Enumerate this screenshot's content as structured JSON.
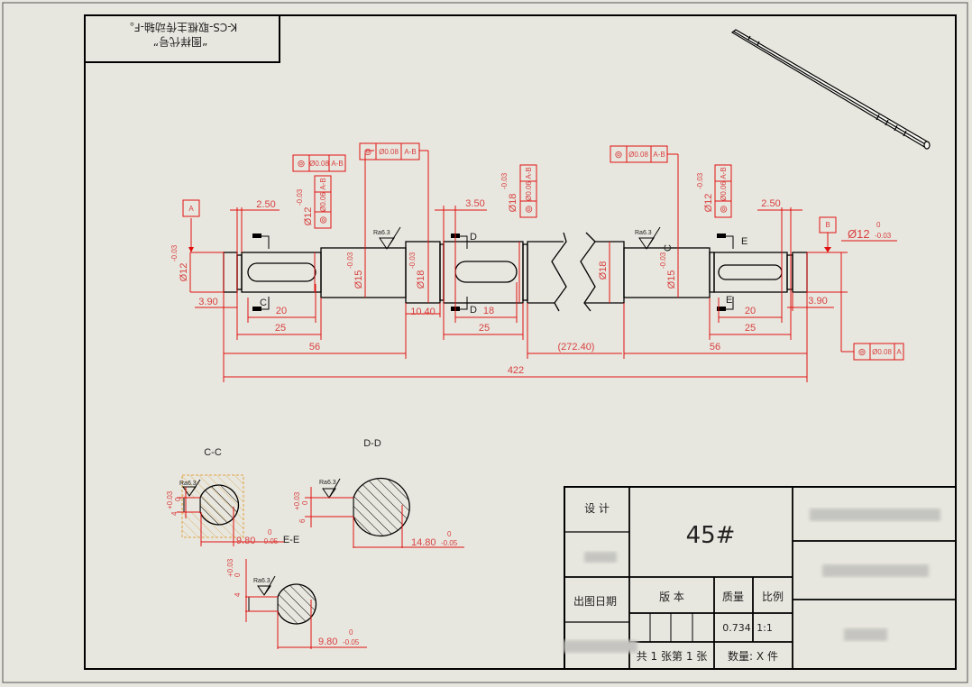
{
  "title_box": {
    "line1": "K-CS-取框主传动轴-F。",
    "line2": "“图样代号”"
  },
  "datums": {
    "a": "A",
    "b": "B"
  },
  "fcf": {
    "sym": "⊚",
    "f1_tol": "Ø0.08",
    "f1_ref": "A-B",
    "f2_tol": "Ø0.08",
    "f2_ref": "A-B",
    "f3_tol": "Ø0.06",
    "f3_ref": "A-B",
    "f4_tol": "Ø0.06",
    "f4_ref": "A-B",
    "f5_tol": "Ø0.08",
    "f5_ref": "A-B",
    "f6_tol": "Ø0.06",
    "f6_ref": "A-B",
    "f7_tol": "Ø0.08",
    "f7_ref": "A"
  },
  "diameters": {
    "d_left_12": "Ø12",
    "d_12b": "Ø12",
    "d_15a": "Ø15",
    "d_18a": "Ø18",
    "d_18b": "Ø18",
    "d_18c": "Ø18",
    "d_15b": "Ø15",
    "d_12c": "Ø12",
    "d_right_12": "Ø12",
    "tol_upper": "0",
    "tol_lower": "-0.03"
  },
  "dims": {
    "l250a": "2.50",
    "l390a": "3.90",
    "l20a": "20",
    "l25a": "25",
    "l56a": "56",
    "l350": "3.50",
    "l1040": "10.40",
    "l18": "18",
    "l25b": "25",
    "l27240": "(272.40)",
    "l56b": "56",
    "l250b": "2.50",
    "l390b": "3.90",
    "l20b": "20",
    "l25c": "25",
    "l422": "422"
  },
  "roughness": {
    "ra": "Ra6.3"
  },
  "section_marks": {
    "c": "C",
    "d": "D",
    "e": "E"
  },
  "sections": {
    "cc": {
      "title": "C-C",
      "dim": "9.80",
      "tu": "0",
      "tl": "-0.05",
      "key": "4",
      "ktu": "+0.03",
      "ktl": "0"
    },
    "dd": {
      "title": "D-D",
      "dim": "14.80",
      "tu": "0",
      "tl": "-0.05",
      "key": "6",
      "ktu": "+0.03",
      "ktl": "0"
    },
    "ee": {
      "title": "E-E",
      "dim": "9.80",
      "tu": "0",
      "tl": "-0.05",
      "key": "4",
      "ktu": "+0.03",
      "ktl": "0"
    }
  },
  "title_block": {
    "design_label": "设 计",
    "material": "45#",
    "date_label": "出图日期",
    "version_label": "版  本",
    "mass_label": "质量",
    "scale_label": "比例",
    "mass_value": "0.734",
    "scale_value": "1:1",
    "sheets": "共 1 张第 1 张",
    "quantity": "数量: X 件"
  }
}
